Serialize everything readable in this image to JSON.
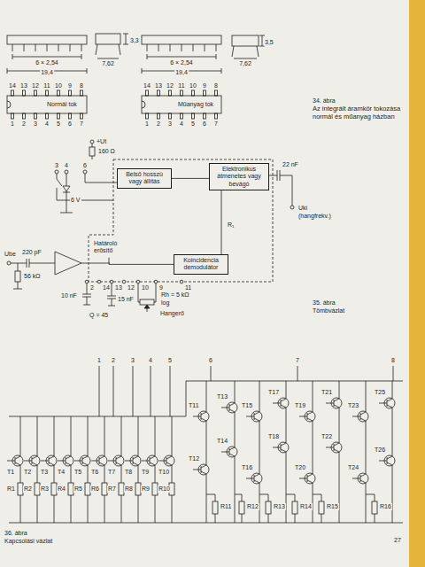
{
  "diagram": {
    "nodes": [
      {
        "text": [
          "Belső hosszú vagy állítás"
        ]
      },
      {
        "text": [
          "Elektronikus átmenetes vagy bevágó"
        ]
      },
      {
        "text": [
          "Határoló erősítő"
        ]
      },
      {
        "text": [
          "Koincidencia demodulátor"
        ]
      }
    ],
    "edges": [
      {
        "from": 2,
        "to": 3,
        "arrow": "none"
      },
      {
        "from": 3,
        "to": 1,
        "arrow": "none"
      },
      {
        "from": 0,
        "to": 1,
        "arrow": "none"
      }
    ],
    "labels": [
      "14",
      "13",
      "12",
      "11",
      "10",
      "9",
      "8",
      "1",
      "2",
      "3",
      "4",
      "5",
      "6",
      "7",
      "14",
      "13",
      "12",
      "11",
      "10",
      "9",
      "8",
      "1",
      "2",
      "3",
      "4",
      "5",
      "6",
      "7",
      "Normál tok",
      "Műanyag tok",
      "34. ábra",
      "Az integrált áramkör tokozása normál és műanyag házban",
      "6 × 2,54",
      "19,4",
      "7,62",
      "3,3",
      "6 × 2,54",
      "19,4",
      "7,62",
      "3,5",
      "+Ut",
      "160 Ω",
      "3",
      "4",
      "6",
      "6 V",
      "22 nF",
      "R₁",
      "Uki",
      "(hangfrekv.)",
      "Ube",
      "220 pF",
      "56 kΩ",
      "10 nF",
      "2",
      "14",
      "13",
      "12",
      "10",
      "9",
      "11",
      "15 nF",
      "Q = 45",
      "Rh = 5 kΩ",
      "log",
      "Hangerő",
      "35. ábra",
      "Tömbvázlat",
      "1",
      "2",
      "3",
      "4",
      "5",
      "6",
      "7",
      "8",
      "T1",
      "T2",
      "T3",
      "T4",
      "T5",
      "T6",
      "T7",
      "T8",
      "T9",
      "T10",
      "R1",
      "R2",
      "R3",
      "R4",
      "R5",
      "R6",
      "R7",
      "R8",
      "R9",
      "R10",
      "T11",
      "T12",
      "T13",
      "T14",
      "T15",
      "T16",
      "T17",
      "T18",
      "T19",
      "T20",
      "T21",
      "T22",
      "T23",
      "T24",
      "T25",
      "T26",
      "R11",
      "R12",
      "R13",
      "R14",
      "R15",
      "R16",
      "36. ábra",
      "Kapcsolási vázlat",
      "27"
    ]
  }
}
